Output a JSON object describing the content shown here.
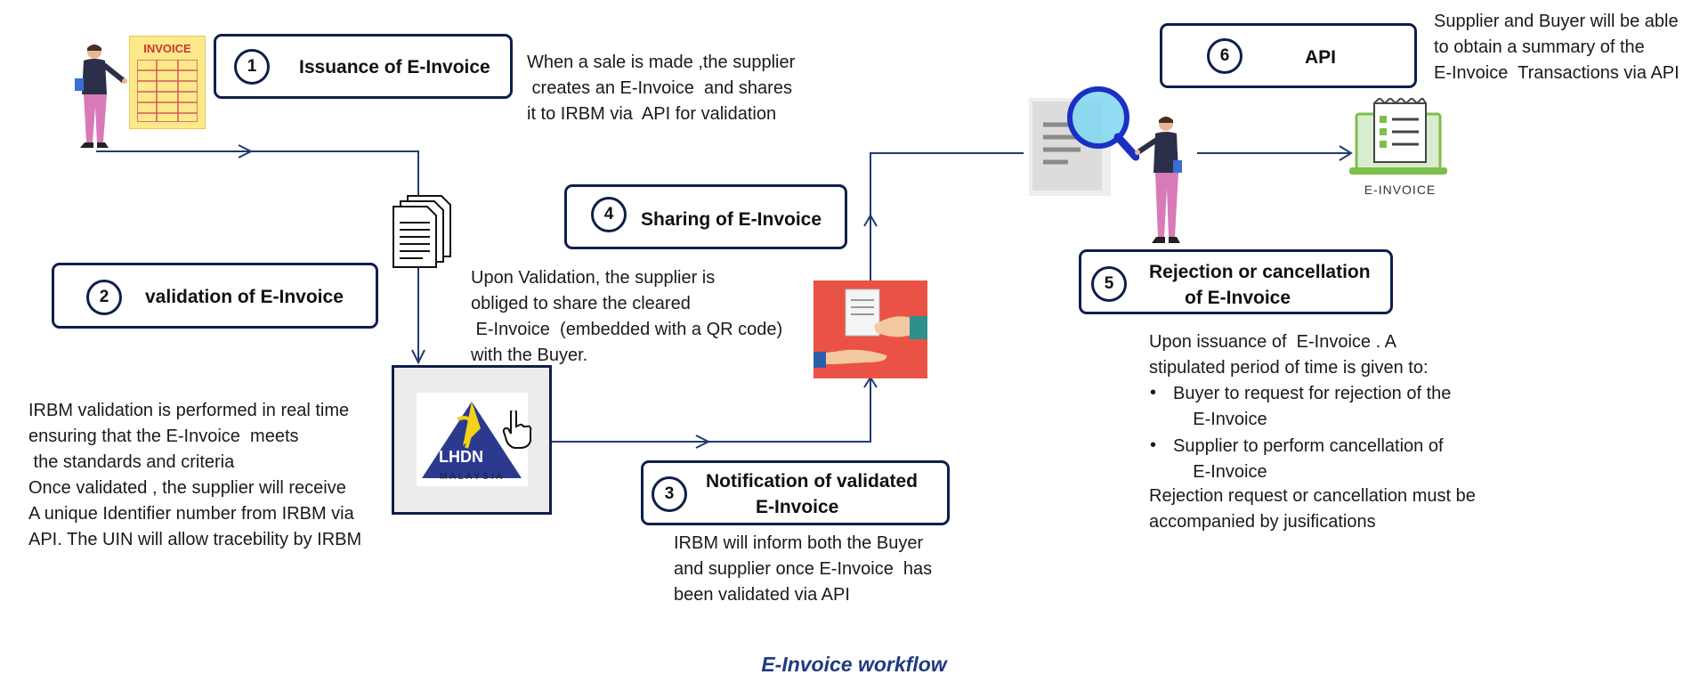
{
  "steps": [
    {
      "num": "1",
      "title": "Issuance of E-Invoice",
      "desc": "When a sale is made ,the supplier\n creates an E-Invoice  and shares\nit to IRBM via  API for validation"
    },
    {
      "num": "2",
      "title": "validation of E-Invoice",
      "desc": "IRBM validation is performed in real time\nensuring that the E-Invoice  meets\n the standards and criteria\nOnce validated , the supplier will receive\nA unique Identifier number from IRBM via\nAPI. The UIN will allow tracebility by IRBM"
    },
    {
      "num": "3",
      "title_line1": "Notification of  validated",
      "title_line2": "E-Invoice",
      "desc": "IRBM will inform both the Buyer\nand supplier once E-Invoice  has\nbeen validated via API"
    },
    {
      "num": "4",
      "title": "Sharing of E-Invoice",
      "desc": "Upon Validation, the supplier is\nobliged to share the cleared\n E-Invoice  (embedded with a QR code)\nwith the Buyer."
    },
    {
      "num": "5",
      "title_line1": "Rejection or cancellation",
      "title_line2": "of E-Invoice",
      "intro": "Upon issuance of  E-Invoice . A\nstipulated period of time is given to:",
      "bullets": [
        "Buyer to request for rejection of the\n    E-Invoice",
        "Supplier to perform cancellation of\n    E-Invoice"
      ],
      "outro": "Rejection request or cancellation must be\naccompanied by jusifications"
    },
    {
      "num": "6",
      "title": "API",
      "desc": "Supplier and Buyer will be able\nto obtain a summary of the\nE-Invoice  Transactions via API"
    }
  ],
  "icons": {
    "invoice_label": "INVOICE",
    "lhdn_label": "LHDN",
    "lhdn_sub": "MALAYSIA",
    "einvoice_label": "E-INVOICE"
  },
  "footer": "E-Invoice  workflow",
  "colors": {
    "navy": "#0d1f4a",
    "line": "#1f3a70",
    "footer": "#1f3a80",
    "pink": "#d97ab8",
    "red": "#e8514a"
  }
}
